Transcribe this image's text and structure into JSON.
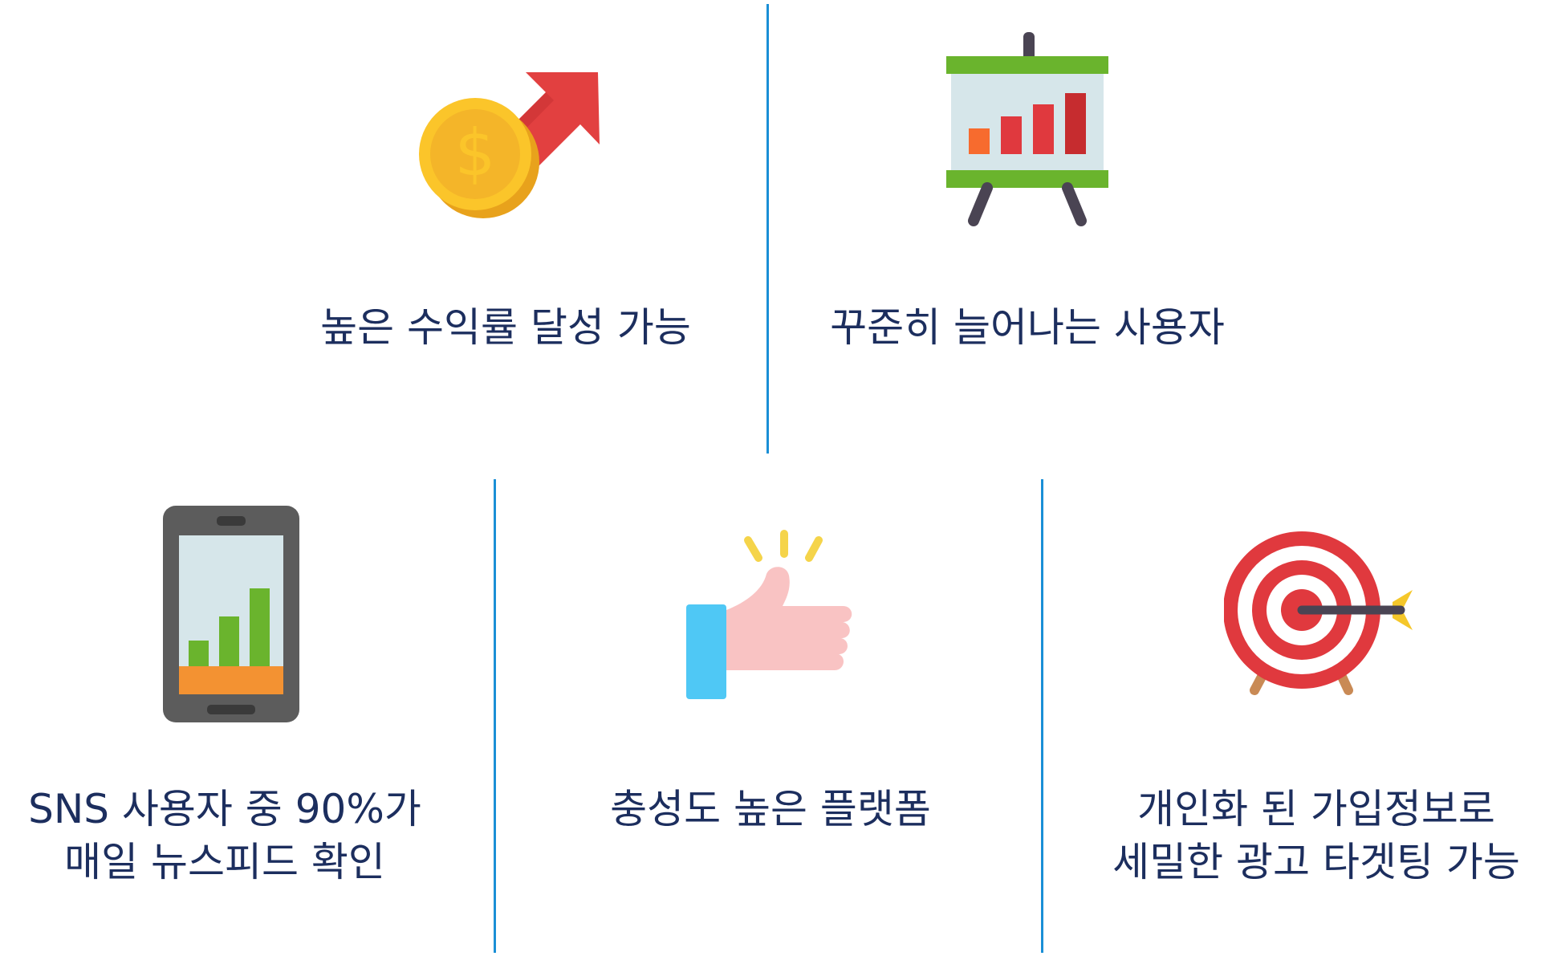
{
  "colors": {
    "divider": "#1a8fd6",
    "text": "#1c2e5e",
    "coin": "#f5b62a",
    "arrow": "#e24040",
    "board_frame": "#6ab42d",
    "bars_red": "#e0393e",
    "phone_body": "#5c5c5c",
    "phone_bars": "#6ab42d",
    "thumb_sleeve": "#4fc8f5",
    "thumb_hand": "#f9c3c3",
    "target_red": "#e0393e"
  },
  "features": [
    {
      "icon": "coin-arrow-up-icon",
      "label": "높은 수익률 달성 가능"
    },
    {
      "icon": "presentation-chart-icon",
      "label": "꾸준히 늘어나는 사용자"
    },
    {
      "icon": "smartphone-chart-icon",
      "label_line1": "SNS 사용자 중 90%가",
      "label_line2": "매일 뉴스피드 확인"
    },
    {
      "icon": "thumbs-up-icon",
      "label": "충성도 높은 플랫폼"
    },
    {
      "icon": "target-arrow-icon",
      "label_line1": "개인화 된 가입정보로",
      "label_line2": "세밀한 광고 타겟팅 가능"
    }
  ]
}
